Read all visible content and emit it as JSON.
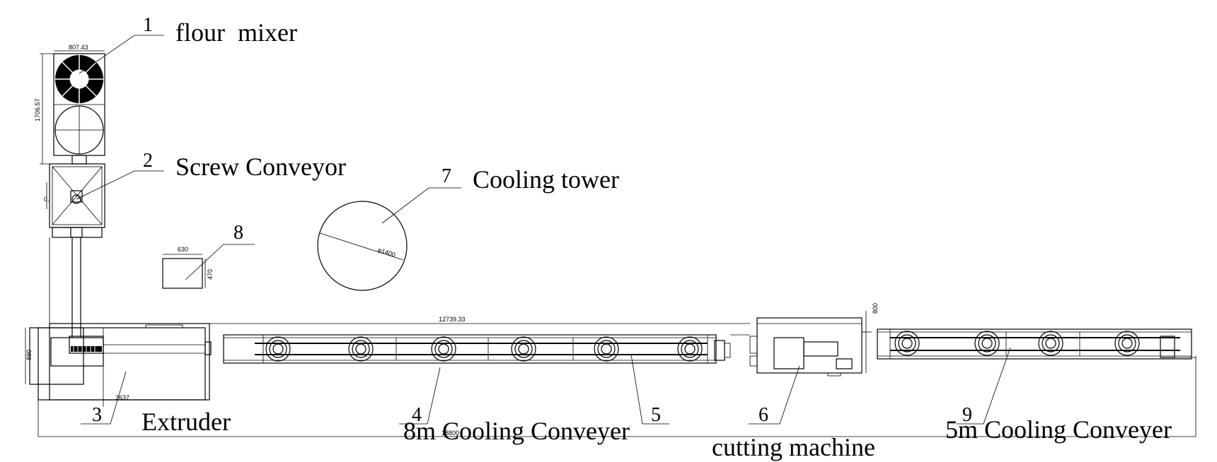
{
  "labels": {
    "mixer": {
      "number": "1",
      "name": "flour  mixer"
    },
    "screw": {
      "number": "2",
      "name": "Screw Conveyor"
    },
    "extruder": {
      "number": "3",
      "name": "Extruder"
    },
    "conveyor8": {
      "number": "4",
      "name": "8m Cooling Conveyer"
    },
    "conveyor8b": {
      "number": "5"
    },
    "cutter": {
      "number": "6",
      "name": "cutting machine"
    },
    "tower": {
      "number": "7",
      "name": "Cooling tower"
    },
    "box": {
      "number": "8"
    },
    "conveyor5": {
      "number": "9",
      "name": "5m Cooling Conveyer"
    }
  },
  "dimensions": {
    "mixer_width": "807.43",
    "mixer_height": "1706.57",
    "screw_side": "0.",
    "box_width": "630",
    "box_height": "470",
    "tower_dia": "φ1400",
    "overall_top": "12739.33",
    "extruder_height": "890",
    "extruder_length": "2637",
    "cutter_height": "800",
    "overall_bottom": "18800"
  }
}
